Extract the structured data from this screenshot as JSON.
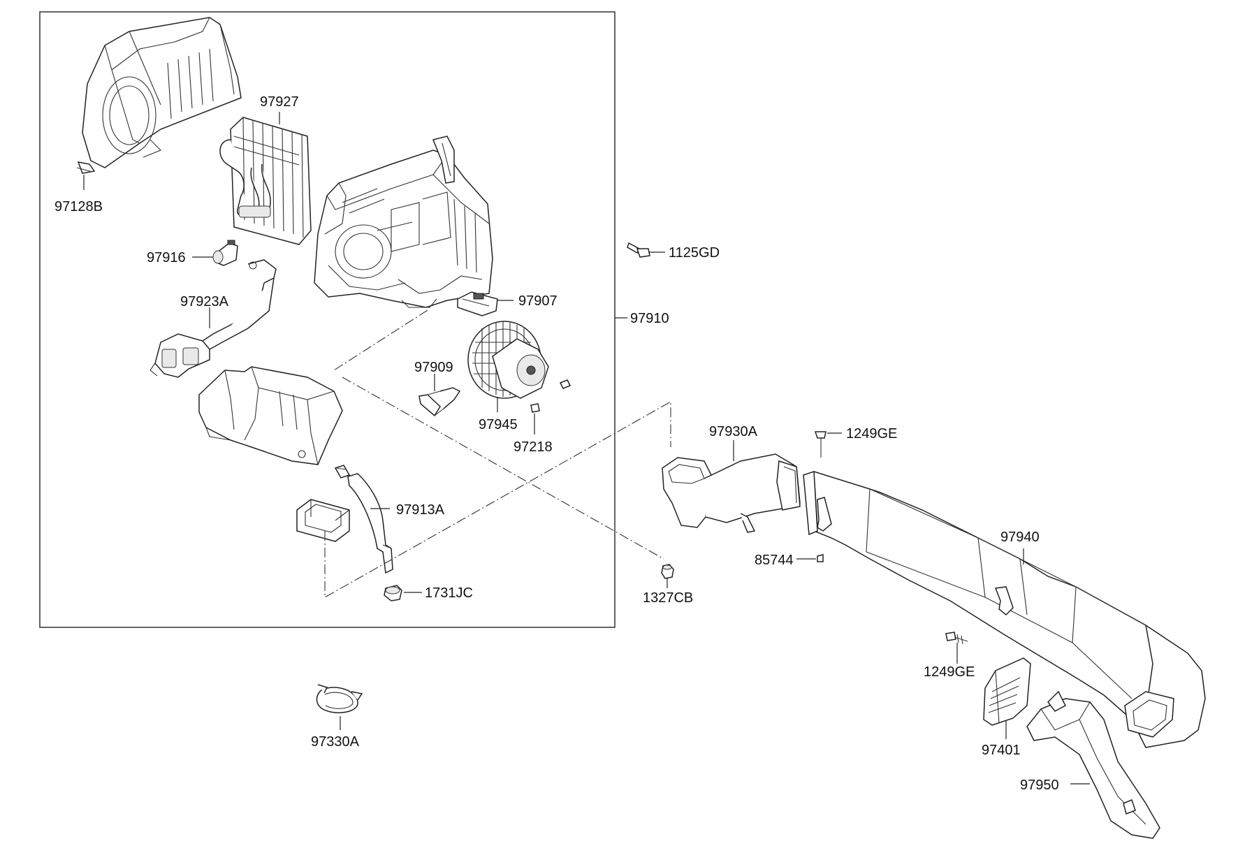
{
  "diagram": {
    "labels": {
      "l_97927": "97927",
      "l_97128B": "97128B",
      "l_97916": "97916",
      "l_97923A": "97923A",
      "l_1125GD": "1125GD",
      "l_97907": "97907",
      "l_97910": "97910",
      "l_97909": "97909",
      "l_97945": "97945",
      "l_97218": "97218",
      "l_97930A": "97930A",
      "l_1249GE_a": "1249GE",
      "l_97913A": "97913A",
      "l_1731JC": "1731JC",
      "l_1327CB": "1327CB",
      "l_85744": "85744",
      "l_97940": "97940",
      "l_1249GE_b": "1249GE",
      "l_97401": "97401",
      "l_97950": "97950",
      "l_97330A": "97330A"
    }
  }
}
